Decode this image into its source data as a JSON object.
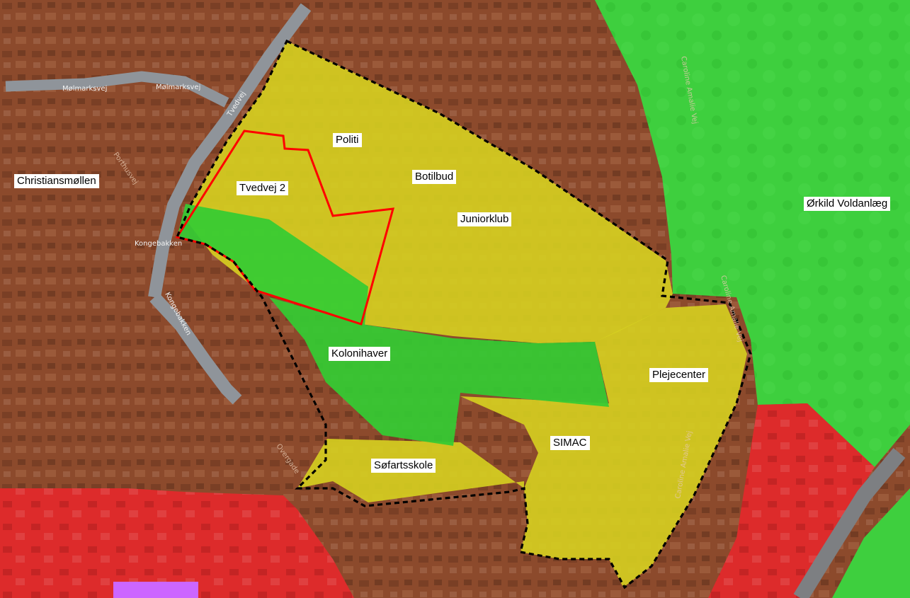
{
  "colors": {
    "residential": "#8c4a2c",
    "green_area": "#33cc33",
    "yellow_area": "#d6d020",
    "center_area": "#dd2b2b",
    "special_area": "#cc66ff",
    "road": "#8f949a",
    "boundary": "#000000",
    "site_outline": "#ff0000"
  },
  "labels": {
    "christiansmollen": "Christiansmøllen",
    "tvedvej2": "Tvedvej 2",
    "politi": "Politi",
    "botilbud": "Botilbud",
    "juniorklub": "Juniorklub",
    "orkild": "Ørkild Voldanlæg",
    "kolonihaver": "Kolonihaver",
    "plejecenter": "Plejecenter",
    "simac": "SIMAC",
    "sofartsskole": "Søfartsskole"
  },
  "roads": {
    "molmarksvej": "Mølmarksvej",
    "tvedvej": "Tvedvej",
    "kongebakken": "Kongebakken",
    "caroline_amalie_vej": "Caroline Amalie Vej",
    "porthusvej": "Porthusvej",
    "overgade": "Overgade"
  }
}
